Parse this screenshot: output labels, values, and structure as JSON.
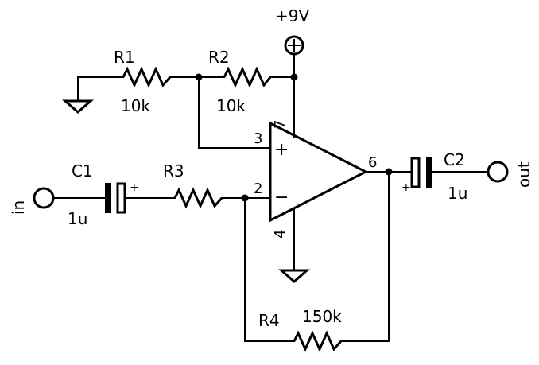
{
  "supply": {
    "label": "+9V"
  },
  "terminals": {
    "input": "in",
    "output": "out"
  },
  "components": {
    "R1": {
      "name": "R1",
      "value": "10k"
    },
    "R2": {
      "name": "R2",
      "value": "10k"
    },
    "R3": {
      "name": "R3"
    },
    "R4": {
      "name": "R4",
      "value": "150k"
    },
    "C1": {
      "name": "C1",
      "value": "1u",
      "polarity": "+"
    },
    "C2": {
      "name": "C2",
      "value": "1u",
      "polarity": "+"
    }
  },
  "opamp": {
    "pins": {
      "noninv": "3",
      "inv": "2",
      "out": "6",
      "vplus": "7",
      "vminus": "4"
    },
    "signs": {
      "plus": "+",
      "minus": "−"
    }
  }
}
